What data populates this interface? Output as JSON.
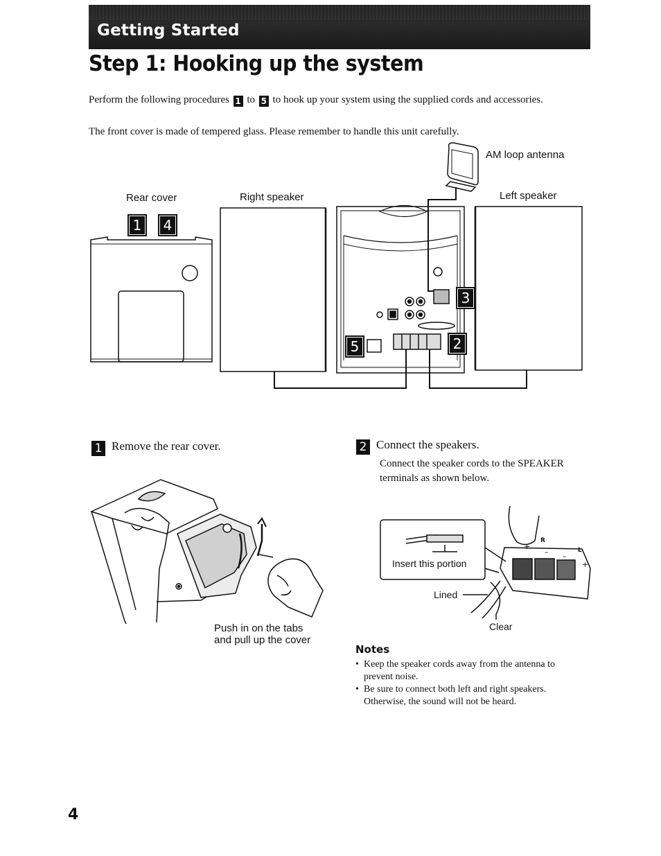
{
  "header": {
    "section": "Getting Started",
    "title": "Step 1: Hooking up the system"
  },
  "intro": {
    "para1_before": "Perform the following procedures",
    "para1_num_start": "1",
    "para1_mid": "to",
    "para1_num_end": "5",
    "para1_after": "to hook up your system using the supplied cords and accessories.",
    "para2": "The front cover is made of tempered glass. Please remember to handle this unit carefully."
  },
  "overview_figure": {
    "labels": {
      "am_antenna": "AM loop antenna",
      "rear_cover": "Rear cover",
      "right_speaker": "Right speaker",
      "left_speaker": "Left speaker"
    },
    "callouts": {
      "c1": "1",
      "c4": "4",
      "c3": "3",
      "c5": "5",
      "c2": "2"
    }
  },
  "step1": {
    "number": "1",
    "heading": "Remove the rear cover.",
    "caption_line1": "Push in on the tabs",
    "caption_line2": "and pull up the cover"
  },
  "step2": {
    "number": "2",
    "heading": "Connect the speakers.",
    "body": "Connect the speaker cords to the SPEAKER terminals as shown below.",
    "figure": {
      "insert_label": "Insert this portion",
      "lined_label": "Lined",
      "clear_label": "Clear",
      "terminal_r": "R",
      "terminal_l": "L",
      "plus": "+",
      "minus": "–"
    }
  },
  "notes": {
    "heading": "Notes",
    "items": [
      "Keep the speaker cords away from the antenna to prevent noise.",
      "Be sure to connect both left and right speakers. Otherwise, the sound will not be heard."
    ]
  },
  "page_number": "4"
}
